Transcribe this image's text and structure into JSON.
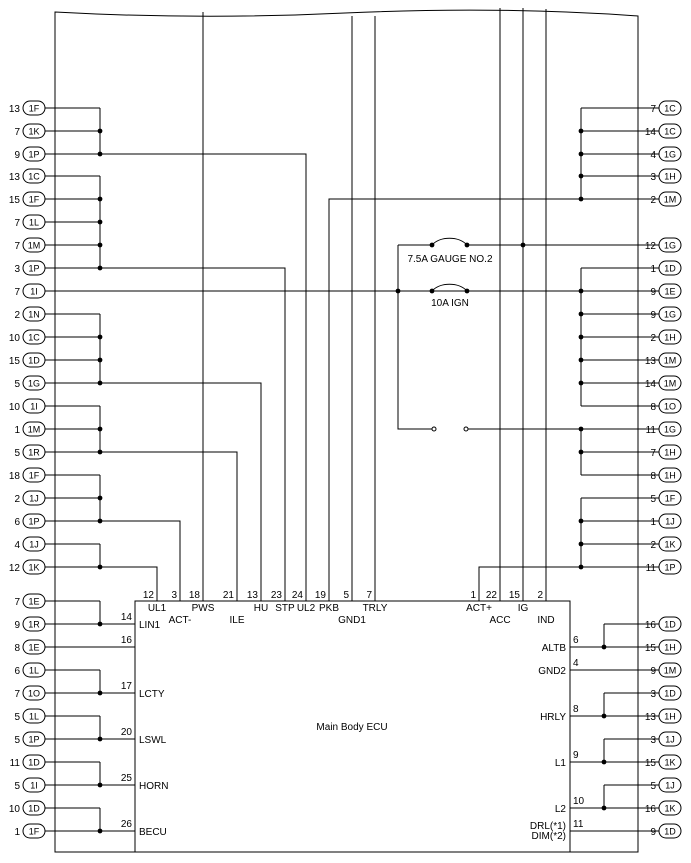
{
  "ecu": {
    "title": "Main Body ECU",
    "top_pins": [
      {
        "pin": "12",
        "label": "UL1"
      },
      {
        "pin": "3",
        "label": "ACT-"
      },
      {
        "pin": "18",
        "label": "PWS"
      },
      {
        "pin": "21",
        "label": "ILE"
      },
      {
        "pin": "13",
        "label": "HU"
      },
      {
        "pin": "23",
        "label": "STP"
      },
      {
        "pin": "24",
        "label": "UL2"
      },
      {
        "pin": "19",
        "label": "PKB"
      },
      {
        "pin": "5",
        "label": "GND1"
      },
      {
        "pin": "7",
        "label": "TRLY"
      },
      {
        "pin": "1",
        "label": "ACT+"
      },
      {
        "pin": "22",
        "label": "ACC"
      },
      {
        "pin": "15",
        "label": "IG"
      },
      {
        "pin": "2",
        "label": "IND"
      }
    ],
    "left_pins": [
      {
        "pin": "14",
        "label": "LIN1"
      },
      {
        "pin": "16",
        "label": ""
      },
      {
        "pin": "17",
        "label": "LCTY"
      },
      {
        "pin": "20",
        "label": "LSWL"
      },
      {
        "pin": "25",
        "label": "HORN"
      },
      {
        "pin": "26",
        "label": "BECU"
      }
    ],
    "right_pins": [
      {
        "pin": "6",
        "label": "ALTB"
      },
      {
        "pin": "4",
        "label": "GND2"
      },
      {
        "pin": "8",
        "label": "HRLY"
      },
      {
        "pin": "9",
        "label": "L1"
      },
      {
        "pin": "10",
        "label": "L2"
      },
      {
        "pin": "11",
        "label": "DRL(*1)"
      }
    ],
    "right_extra_label": "DIM(*2)"
  },
  "fuses": {
    "gauge": "7.5A GAUGE NO.2",
    "ign": "10A IGN"
  },
  "left_connectors": [
    {
      "num": "13",
      "conn": "1F"
    },
    {
      "num": "7",
      "conn": "1K"
    },
    {
      "num": "9",
      "conn": "1P"
    },
    {
      "num": "13",
      "conn": "1C"
    },
    {
      "num": "15",
      "conn": "1F"
    },
    {
      "num": "7",
      "conn": "1L"
    },
    {
      "num": "7",
      "conn": "1M"
    },
    {
      "num": "3",
      "conn": "1P"
    },
    {
      "num": "7",
      "conn": "1I"
    },
    {
      "num": "2",
      "conn": "1N"
    },
    {
      "num": "10",
      "conn": "1C"
    },
    {
      "num": "15",
      "conn": "1D"
    },
    {
      "num": "5",
      "conn": "1G"
    },
    {
      "num": "10",
      "conn": "1I"
    },
    {
      "num": "1",
      "conn": "1M"
    },
    {
      "num": "5",
      "conn": "1R"
    },
    {
      "num": "18",
      "conn": "1F"
    },
    {
      "num": "2",
      "conn": "1J"
    },
    {
      "num": "6",
      "conn": "1P"
    },
    {
      "num": "4",
      "conn": "1J"
    },
    {
      "num": "12",
      "conn": "1K"
    },
    {
      "num": "7",
      "conn": "1E"
    },
    {
      "num": "9",
      "conn": "1R"
    },
    {
      "num": "8",
      "conn": "1E"
    },
    {
      "num": "6",
      "conn": "1L"
    },
    {
      "num": "7",
      "conn": "1O"
    },
    {
      "num": "5",
      "conn": "1L"
    },
    {
      "num": "5",
      "conn": "1P"
    },
    {
      "num": "11",
      "conn": "1D"
    },
    {
      "num": "5",
      "conn": "1I"
    },
    {
      "num": "10",
      "conn": "1D"
    },
    {
      "num": "1",
      "conn": "1F"
    }
  ],
  "right_connectors": [
    {
      "num": "7",
      "conn": "1C"
    },
    {
      "num": "14",
      "conn": "1C"
    },
    {
      "num": "4",
      "conn": "1G"
    },
    {
      "num": "3",
      "conn": "1H"
    },
    {
      "num": "2",
      "conn": "1M"
    },
    {
      "num": "12",
      "conn": "1G"
    },
    {
      "num": "1",
      "conn": "1D"
    },
    {
      "num": "9",
      "conn": "1E"
    },
    {
      "num": "9",
      "conn": "1G"
    },
    {
      "num": "2",
      "conn": "1H"
    },
    {
      "num": "13",
      "conn": "1M"
    },
    {
      "num": "14",
      "conn": "1M"
    },
    {
      "num": "8",
      "conn": "1O"
    },
    {
      "num": "11",
      "conn": "1G"
    },
    {
      "num": "7",
      "conn": "1H"
    },
    {
      "num": "8",
      "conn": "1H"
    },
    {
      "num": "5",
      "conn": "1F"
    },
    {
      "num": "1",
      "conn": "1J"
    },
    {
      "num": "2",
      "conn": "1K"
    },
    {
      "num": "11",
      "conn": "1P"
    },
    {
      "num": "16",
      "conn": "1D"
    },
    {
      "num": "15",
      "conn": "1H"
    },
    {
      "num": "9",
      "conn": "1M"
    },
    {
      "num": "3",
      "conn": "1D"
    },
    {
      "num": "13",
      "conn": "1H"
    },
    {
      "num": "3",
      "conn": "1J"
    },
    {
      "num": "15",
      "conn": "1K"
    },
    {
      "num": "5",
      "conn": "1J"
    },
    {
      "num": "16",
      "conn": "1K"
    },
    {
      "num": "9",
      "conn": "1D"
    }
  ]
}
